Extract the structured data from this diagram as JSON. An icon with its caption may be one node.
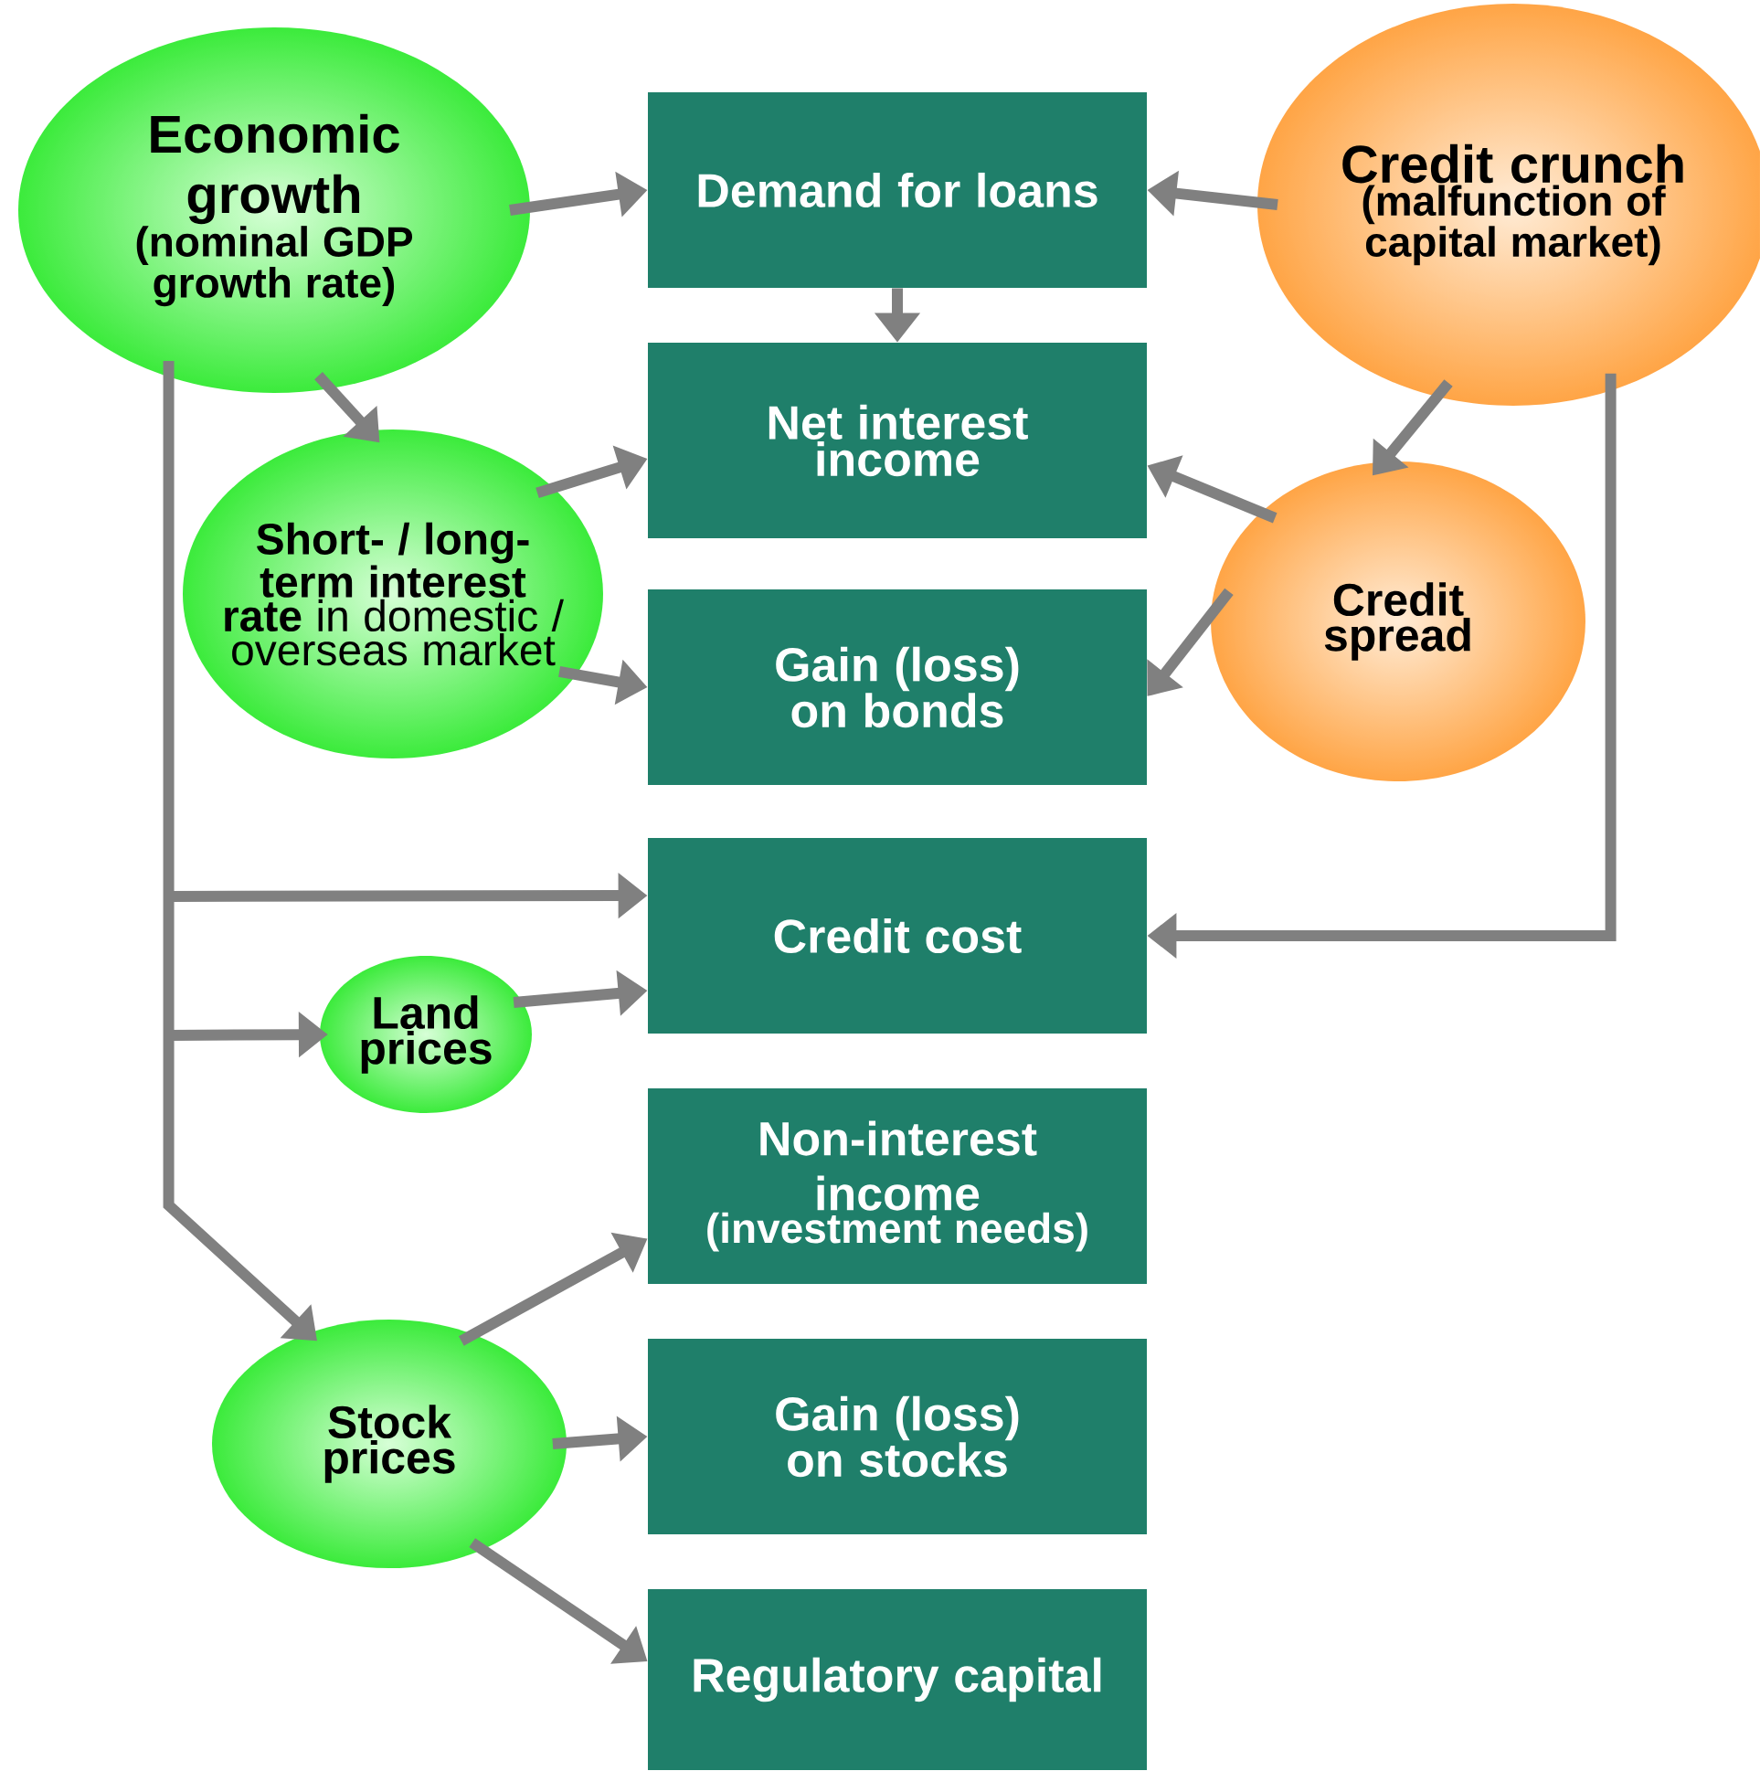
{
  "diagram": {
    "nodes": [
      {
        "text": [
          "Economic growth",
          "(nominal GDP growth rate)"
        ]
      },
      {
        "text": [
          "Demand for loans"
        ]
      },
      {
        "text": [
          "Credit crunch",
          "(malfunction of capital market)"
        ]
      },
      {
        "text": [
          "**Short- / long-term interest rate** in domestic / overseas market"
        ]
      },
      {
        "text": [
          "Net interest income"
        ]
      },
      {
        "text": [
          "Credit spread"
        ]
      },
      {
        "text": [
          "Gain (loss) on bonds"
        ]
      },
      {
        "text": [
          "Credit cost"
        ]
      },
      {
        "text": [
          "Land prices"
        ]
      },
      {
        "text": [
          "Non-interest income",
          "(investment needs)"
        ]
      },
      {
        "text": [
          "Stock prices"
        ]
      },
      {
        "text": [
          "Gain (loss) on stocks"
        ]
      },
      {
        "text": [
          "Regulatory capital"
        ]
      }
    ],
    "edges": [
      {
        "from": 0,
        "to": 1,
        "arrow": "to"
      },
      {
        "from": 2,
        "to": 1,
        "arrow": "to"
      },
      {
        "from": 1,
        "to": 4,
        "arrow": "to"
      },
      {
        "from": 0,
        "to": 3,
        "arrow": "to"
      },
      {
        "from": 3,
        "to": 4,
        "arrow": "to"
      },
      {
        "from": 3,
        "to": 6,
        "arrow": "to"
      },
      {
        "from": 2,
        "to": 5,
        "arrow": "to"
      },
      {
        "from": 5,
        "to": 4,
        "arrow": "to"
      },
      {
        "from": 5,
        "to": 6,
        "arrow": "to"
      },
      {
        "from": 0,
        "to": 7,
        "arrow": "to"
      },
      {
        "from": 0,
        "to": 8,
        "arrow": "to"
      },
      {
        "from": 0,
        "to": 10,
        "arrow": "to"
      },
      {
        "from": 8,
        "to": 7,
        "arrow": "to"
      },
      {
        "from": 2,
        "to": 7,
        "arrow": "to"
      },
      {
        "from": 10,
        "to": 9,
        "arrow": "to"
      },
      {
        "from": 10,
        "to": 11,
        "arrow": "to"
      },
      {
        "from": 10,
        "to": 12,
        "arrow": "to"
      }
    ]
  }
}
